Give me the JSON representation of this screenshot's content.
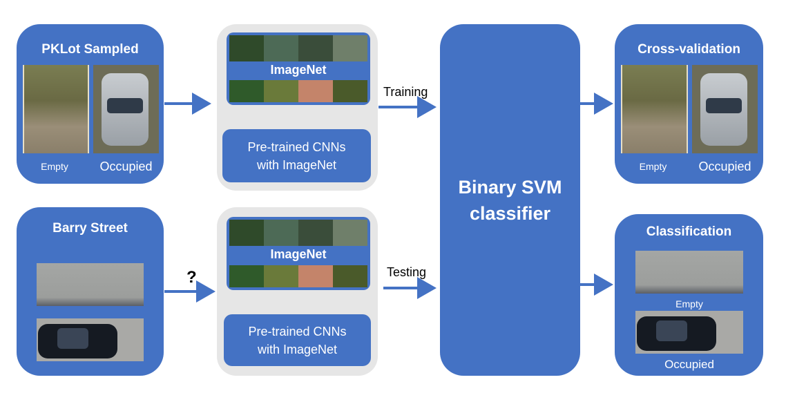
{
  "pklot": {
    "title": "PKLot Sampled",
    "empty_label": "Empty",
    "occupied_label": "Occupied"
  },
  "barry": {
    "title": "Barry Street",
    "unknown_mark": "?"
  },
  "imagenet": {
    "label": "ImageNet",
    "cnn_label_line1": "Pre-trained CNNs",
    "cnn_label_line2": "with ImageNet"
  },
  "flow": {
    "training_label": "Training",
    "testing_label": "Testing"
  },
  "svm": {
    "line1": "Binary SVM",
    "line2": "classifier"
  },
  "cross_validation": {
    "title": "Cross-validation",
    "empty_label": "Empty",
    "occupied_label": "Occupied"
  },
  "classification": {
    "title": "Classification",
    "empty_label": "Empty",
    "occupied_label": "Occupied"
  },
  "colors": {
    "box_blue": "#4472c4",
    "panel_gray": "#e6e6e6",
    "arrow_blue": "#4472c4"
  }
}
